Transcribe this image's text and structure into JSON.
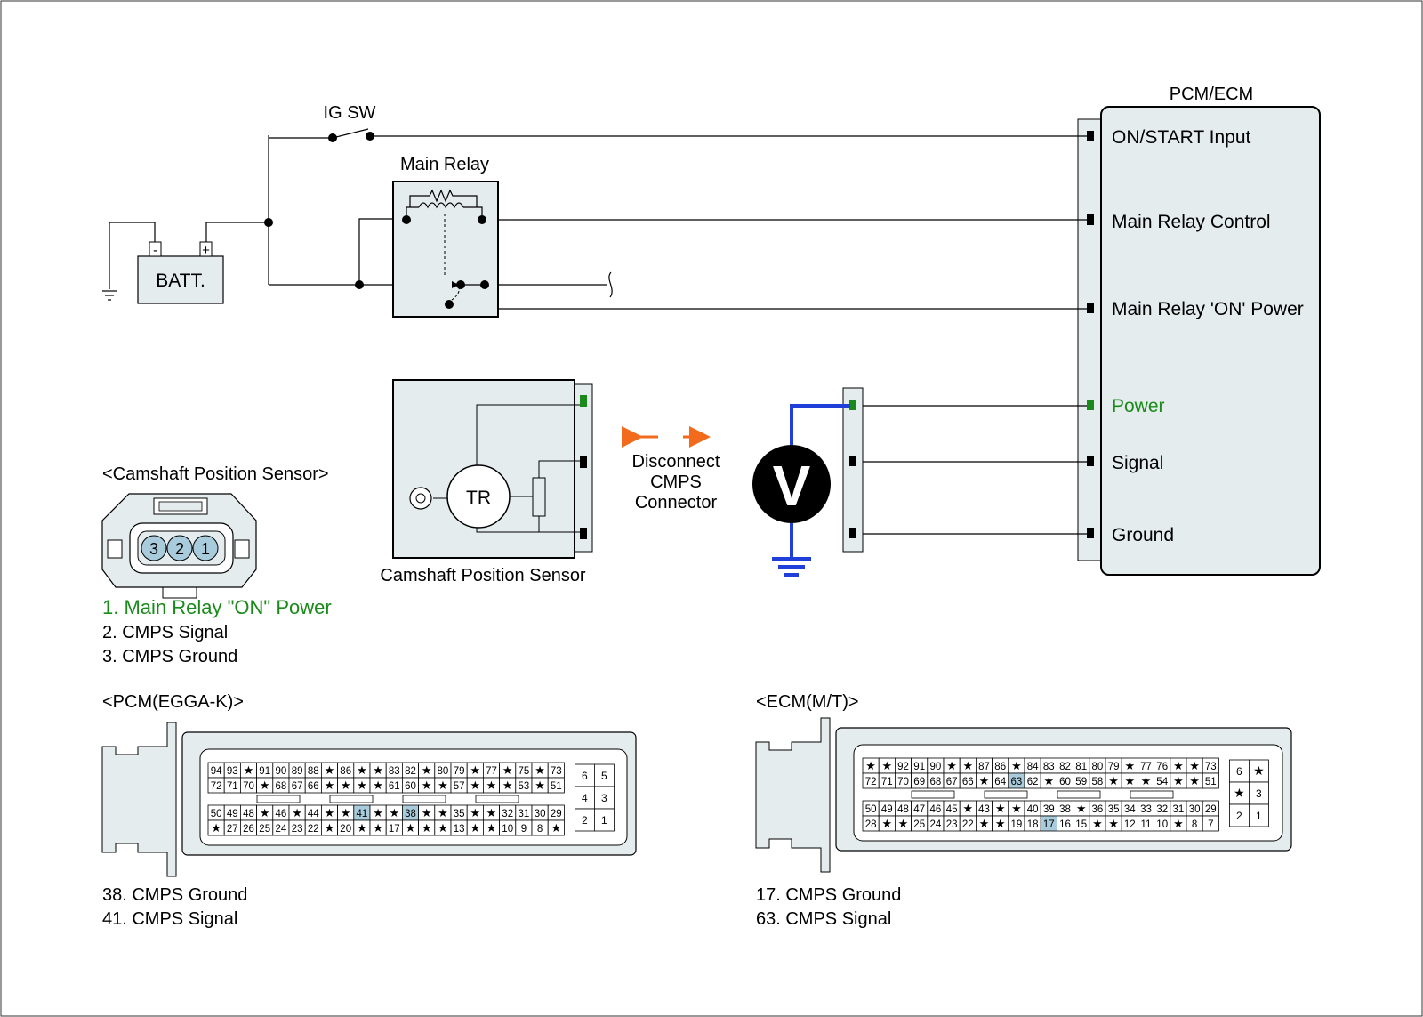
{
  "colors": {
    "wire": "#000000",
    "box_fill": "#e5ecee",
    "pin_highlight": "#a9ccdc",
    "power_green": "#1a8a1a",
    "probe_blue": "#1f3fd8",
    "arrow_orange": "#f26a1b"
  },
  "ecu": {
    "title": "PCM/ECM",
    "terminals": [
      "ON/START Input",
      "Main Relay Control",
      "Main Relay 'ON' Power",
      "Power",
      "Signal",
      "Ground"
    ]
  },
  "ig_switch": {
    "label": "IG SW"
  },
  "main_relay": {
    "label": "Main Relay"
  },
  "battery": {
    "label": "BATT.",
    "minus": "-",
    "plus": "+"
  },
  "sensor": {
    "caption": "Camshaft Position Sensor",
    "tr_label": "TR"
  },
  "disconnect": {
    "line1": "Disconnect",
    "line2": "CMPS",
    "line3": "Connector"
  },
  "voltmeter": {
    "symbol": "V",
    "icon": "voltmeter-icon"
  },
  "cmps_connector": {
    "title": "<Camshaft Position Sensor>",
    "pins": [
      "3",
      "2",
      "1"
    ],
    "legend": [
      "1. Main Relay \"ON\" Power",
      "2. CMPS Signal",
      "3. CMPS Ground"
    ]
  },
  "pcm_connector": {
    "title": "<PCM(EGGA-K)>",
    "rows": [
      [
        "94",
        "93",
        "★",
        "91",
        "90",
        "89",
        "88",
        "★",
        "86",
        "★",
        "★",
        "83",
        "82",
        "★",
        "80",
        "79",
        "★",
        "77",
        "★",
        "75",
        "★",
        "73"
      ],
      [
        "72",
        "71",
        "70",
        "★",
        "68",
        "67",
        "66",
        "★",
        "★",
        "★",
        "★",
        "61",
        "60",
        "★",
        "★",
        "57",
        "★",
        "★",
        "★",
        "53",
        "★",
        "51"
      ],
      [
        "50",
        "49",
        "48",
        "★",
        "46",
        "★",
        "44",
        "★",
        "★",
        "41",
        "★",
        "★",
        "38",
        "★",
        "★",
        "35",
        "★",
        "★",
        "32",
        "31",
        "30",
        "29"
      ],
      [
        "★",
        "27",
        "26",
        "25",
        "24",
        "23",
        "22",
        "★",
        "20",
        "★",
        "★",
        "17",
        "★",
        "★",
        "★",
        "13",
        "★",
        "★",
        "10",
        "9",
        "8",
        "★"
      ]
    ],
    "side": [
      "6",
      "5",
      "4",
      "3",
      "2",
      "1"
    ],
    "highlight": [
      "41",
      "38"
    ],
    "legend": [
      "38. CMPS Ground",
      "41. CMPS Signal"
    ]
  },
  "ecm_connector": {
    "title": "<ECM(M/T)>",
    "rows": [
      [
        "★",
        "★",
        "92",
        "91",
        "90",
        "★",
        "★",
        "87",
        "86",
        "★",
        "84",
        "83",
        "82",
        "81",
        "80",
        "79",
        "★",
        "77",
        "76",
        "★",
        "★",
        "73"
      ],
      [
        "72",
        "71",
        "70",
        "69",
        "68",
        "67",
        "66",
        "★",
        "64",
        "63",
        "62",
        "★",
        "60",
        "59",
        "58",
        "★",
        "★",
        "★",
        "54",
        "★",
        "★",
        "51"
      ],
      [
        "50",
        "49",
        "48",
        "47",
        "46",
        "45",
        "★",
        "43",
        "★",
        "★",
        "40",
        "39",
        "38",
        "★",
        "36",
        "35",
        "34",
        "33",
        "32",
        "31",
        "30",
        "29"
      ],
      [
        "28",
        "★",
        "★",
        "25",
        "24",
        "23",
        "22",
        "★",
        "★",
        "19",
        "18",
        "17",
        "16",
        "15",
        "★",
        "★",
        "12",
        "11",
        "10",
        "★",
        "8",
        "7"
      ]
    ],
    "side": [
      "6",
      "★",
      "★",
      "3",
      "2",
      "1"
    ],
    "highlight": [
      "63",
      "17"
    ],
    "legend": [
      "17. CMPS Ground",
      "63. CMPS Signal"
    ]
  }
}
